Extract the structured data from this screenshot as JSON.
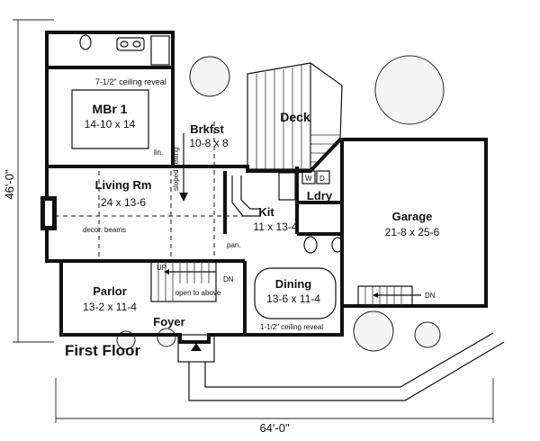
{
  "plan": {
    "title": "First Floor",
    "width_dim": "64'-0\"",
    "depth_dim": "46'-0\"",
    "rooms": {
      "mbr": {
        "name": "MBr 1",
        "size": "14-10 x 14",
        "note": "7-1/2\" ceiling reveal"
      },
      "brkfst": {
        "name": "Brkfst",
        "size": "10-8 x 8",
        "note": "sloped ceiling"
      },
      "deck": {
        "name": "Deck"
      },
      "living": {
        "name": "Living Rm",
        "size": "24 x 13-6",
        "note": "decor. beams"
      },
      "kit": {
        "name": "Kit",
        "size": "11 x 13-4"
      },
      "ldry": {
        "name": "Ldry"
      },
      "garage": {
        "name": "Garage",
        "size": "21-8 x 25-6"
      },
      "parlor": {
        "name": "Parlor",
        "size": "13-2 x 11-4"
      },
      "dining": {
        "name": "Dining",
        "size": "13-6 x 11-4",
        "note": "1-1/2\" ceiling reveal"
      },
      "foyer": {
        "name": "Foyer"
      }
    },
    "small_labels": {
      "linen": "lin.",
      "pantry": "pan.",
      "washer": "W",
      "dryer": "D",
      "up": "UP",
      "down": "DN",
      "open_above": "open to above"
    }
  }
}
